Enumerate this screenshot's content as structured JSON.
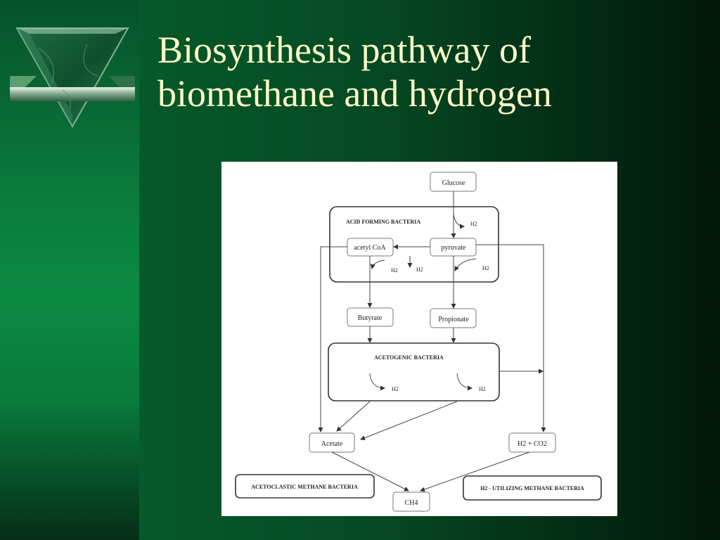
{
  "slide": {
    "title_line1": "Biosynthesis pathway of",
    "title_line2": "biomethane and hydrogen"
  },
  "diagram": {
    "nodes": {
      "glucose": "Glucose",
      "acetyl_coa": "acetyl CoA",
      "pyruvate": "pyruvate",
      "butyrate": "Butyrate",
      "propionate": "Propionate",
      "acetate": "Acetate",
      "h2_co2": "H2 + CO2",
      "ch4": "CH4"
    },
    "groups": {
      "acid_forming": "ACID FORMING BACTERIA",
      "acetogenic": "ACETOGENIC BACTERIA",
      "acetoclastic": "ACETOCLASTIC METHANE BACTERIA",
      "h2_utilizing": "H2 - UTILIZING METHANE BACTERIA"
    },
    "byproduct": "H2"
  },
  "colors": {
    "title_text": "#fdfbc6",
    "sidebar_green": "#0b8a42",
    "background_dark": "#011709"
  }
}
